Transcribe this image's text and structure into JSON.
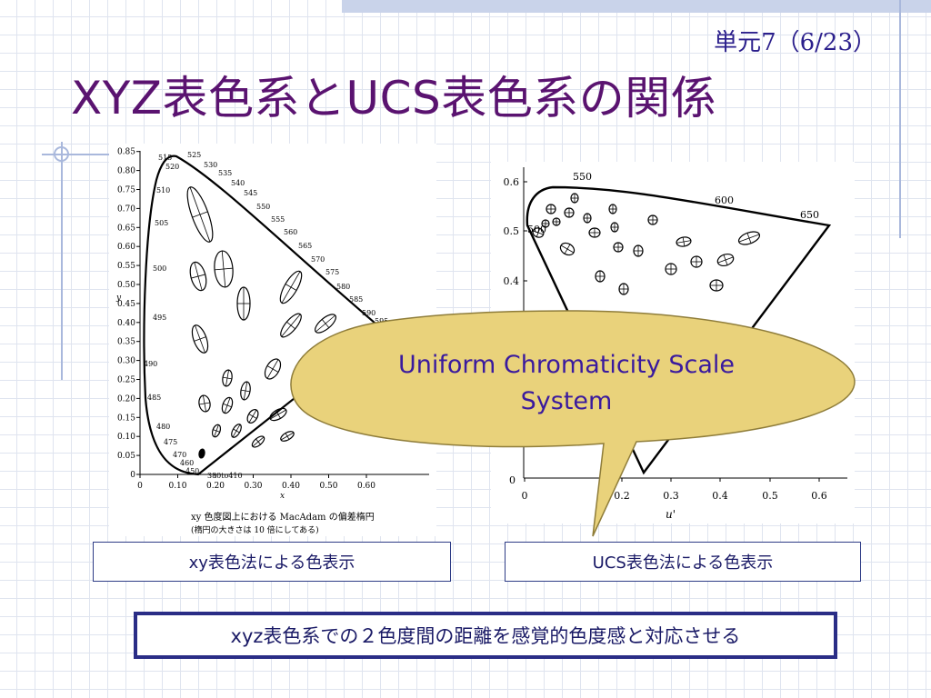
{
  "slide": {
    "unit_label": "単元7（6/23）",
    "title": "XYZ表色系とUCS表色系の関係"
  },
  "left_figure": {
    "caption_line1": "xy 色度図上における MacAdam の偏差楕円",
    "caption_line2": "(楕円の大きさは 10 倍にしてある)",
    "x_axis_label": "x",
    "y_axis_label": "y",
    "x_ticks": [
      "0",
      "0.10",
      "0.20",
      "0.30",
      "0.40",
      "0.50",
      "0.60"
    ],
    "y_ticks": [
      "0",
      "0.05",
      "0.10",
      "0.15",
      "0.20",
      "0.25",
      "0.30",
      "0.35",
      "0.40",
      "0.45",
      "0.50",
      "0.55",
      "0.60",
      "0.65",
      "0.70",
      "0.75",
      "0.80",
      "0.85"
    ],
    "wavelengths": [
      "515",
      "520",
      "525",
      "530",
      "535",
      "540",
      "545",
      "550",
      "555",
      "560",
      "565",
      "570",
      "575",
      "580",
      "585",
      "590",
      "595",
      "510",
      "505",
      "500",
      "495",
      "490",
      "485",
      "480",
      "475",
      "470",
      "460",
      "450",
      "380to410"
    ]
  },
  "right_figure": {
    "x_axis_label": "u'",
    "x_ticks": [
      "0",
      "0.2",
      "0.3",
      "0.4",
      "0.5",
      "0.6"
    ],
    "y_ticks": [
      "0.6",
      "0.5",
      "0.4"
    ],
    "wavelengths": [
      "550",
      "600",
      "650",
      "500"
    ]
  },
  "captions": {
    "left": "xy表色法による色表示",
    "right": "UCS表色法による色表示"
  },
  "callout": {
    "line1": "Uniform Chromaticity Scale",
    "line2": "System"
  },
  "bottom_note": "xyz表色系での２色度間の距離を感覚的色度感と対応させる"
}
